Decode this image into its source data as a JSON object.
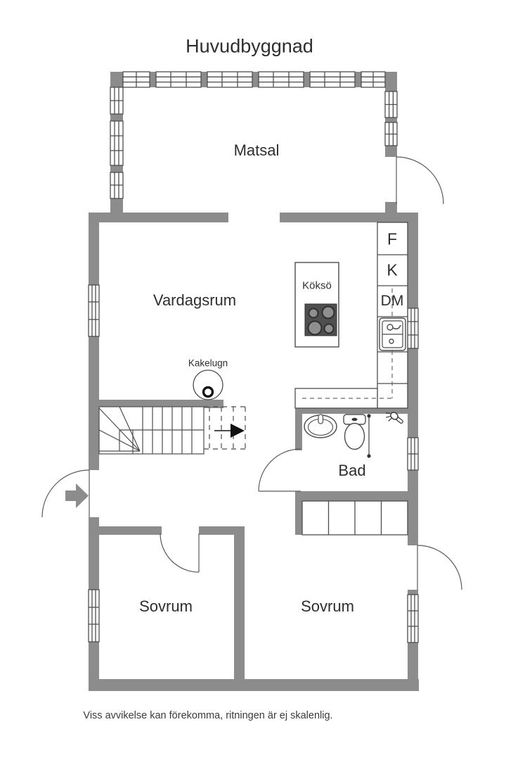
{
  "title": "Huvudbyggnad",
  "footer_note": "Viss avvikelse kan förekomma, ritningen är ej skalenlig.",
  "rooms": {
    "matsal": "Matsal",
    "vardagsrum": "Vardagsrum",
    "bad": "Bad",
    "sovrum_left": "Sovrum",
    "sovrum_right": "Sovrum"
  },
  "annotations": {
    "kitchen_island": "Köksö",
    "tiled_stove": "Kakelugn"
  },
  "appliances": {
    "fridge": "F",
    "freezer": "K",
    "dishwasher": "DM"
  },
  "colors": {
    "wall": "#8c8c8c",
    "line": "#4d4d4d",
    "text": "#2e2e2e",
    "stove_plate": "#4f4f4f",
    "background": "#ffffff"
  }
}
